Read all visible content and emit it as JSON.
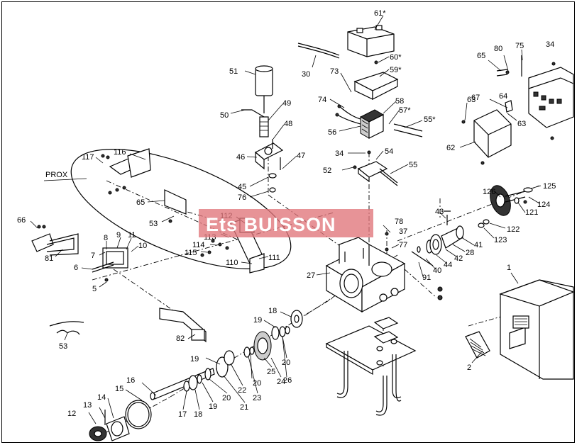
{
  "diagram": {
    "group_label": "PROX",
    "watermark": "Ets BUISSON",
    "callouts": [
      "1",
      "2",
      "5",
      "6",
      "7",
      "8",
      "9",
      "10",
      "11",
      "12",
      "13",
      "14",
      "15",
      "16",
      "17",
      "18",
      "18",
      "19",
      "19",
      "19",
      "20",
      "20",
      "20",
      "21",
      "22",
      "23",
      "24",
      "25",
      "26",
      "27",
      "28",
      "30",
      "34",
      "34",
      "37",
      "40",
      "41",
      "42",
      "43",
      "44",
      "45",
      "46",
      "47",
      "48",
      "49",
      "50",
      "51",
      "52",
      "53",
      "53",
      "54",
      "55",
      "55*",
      "56",
      "57*",
      "58",
      "59*",
      "60*",
      "61*",
      "62",
      "63",
      "63",
      "64",
      "65",
      "65",
      "66",
      "67",
      "73",
      "74",
      "75",
      "76",
      "77",
      "78",
      "80",
      "81",
      "82",
      "91",
      "110",
      "111",
      "112",
      "113",
      "114",
      "115",
      "116",
      "117",
      "121",
      "122",
      "123",
      "124",
      "125",
      "126"
    ]
  }
}
